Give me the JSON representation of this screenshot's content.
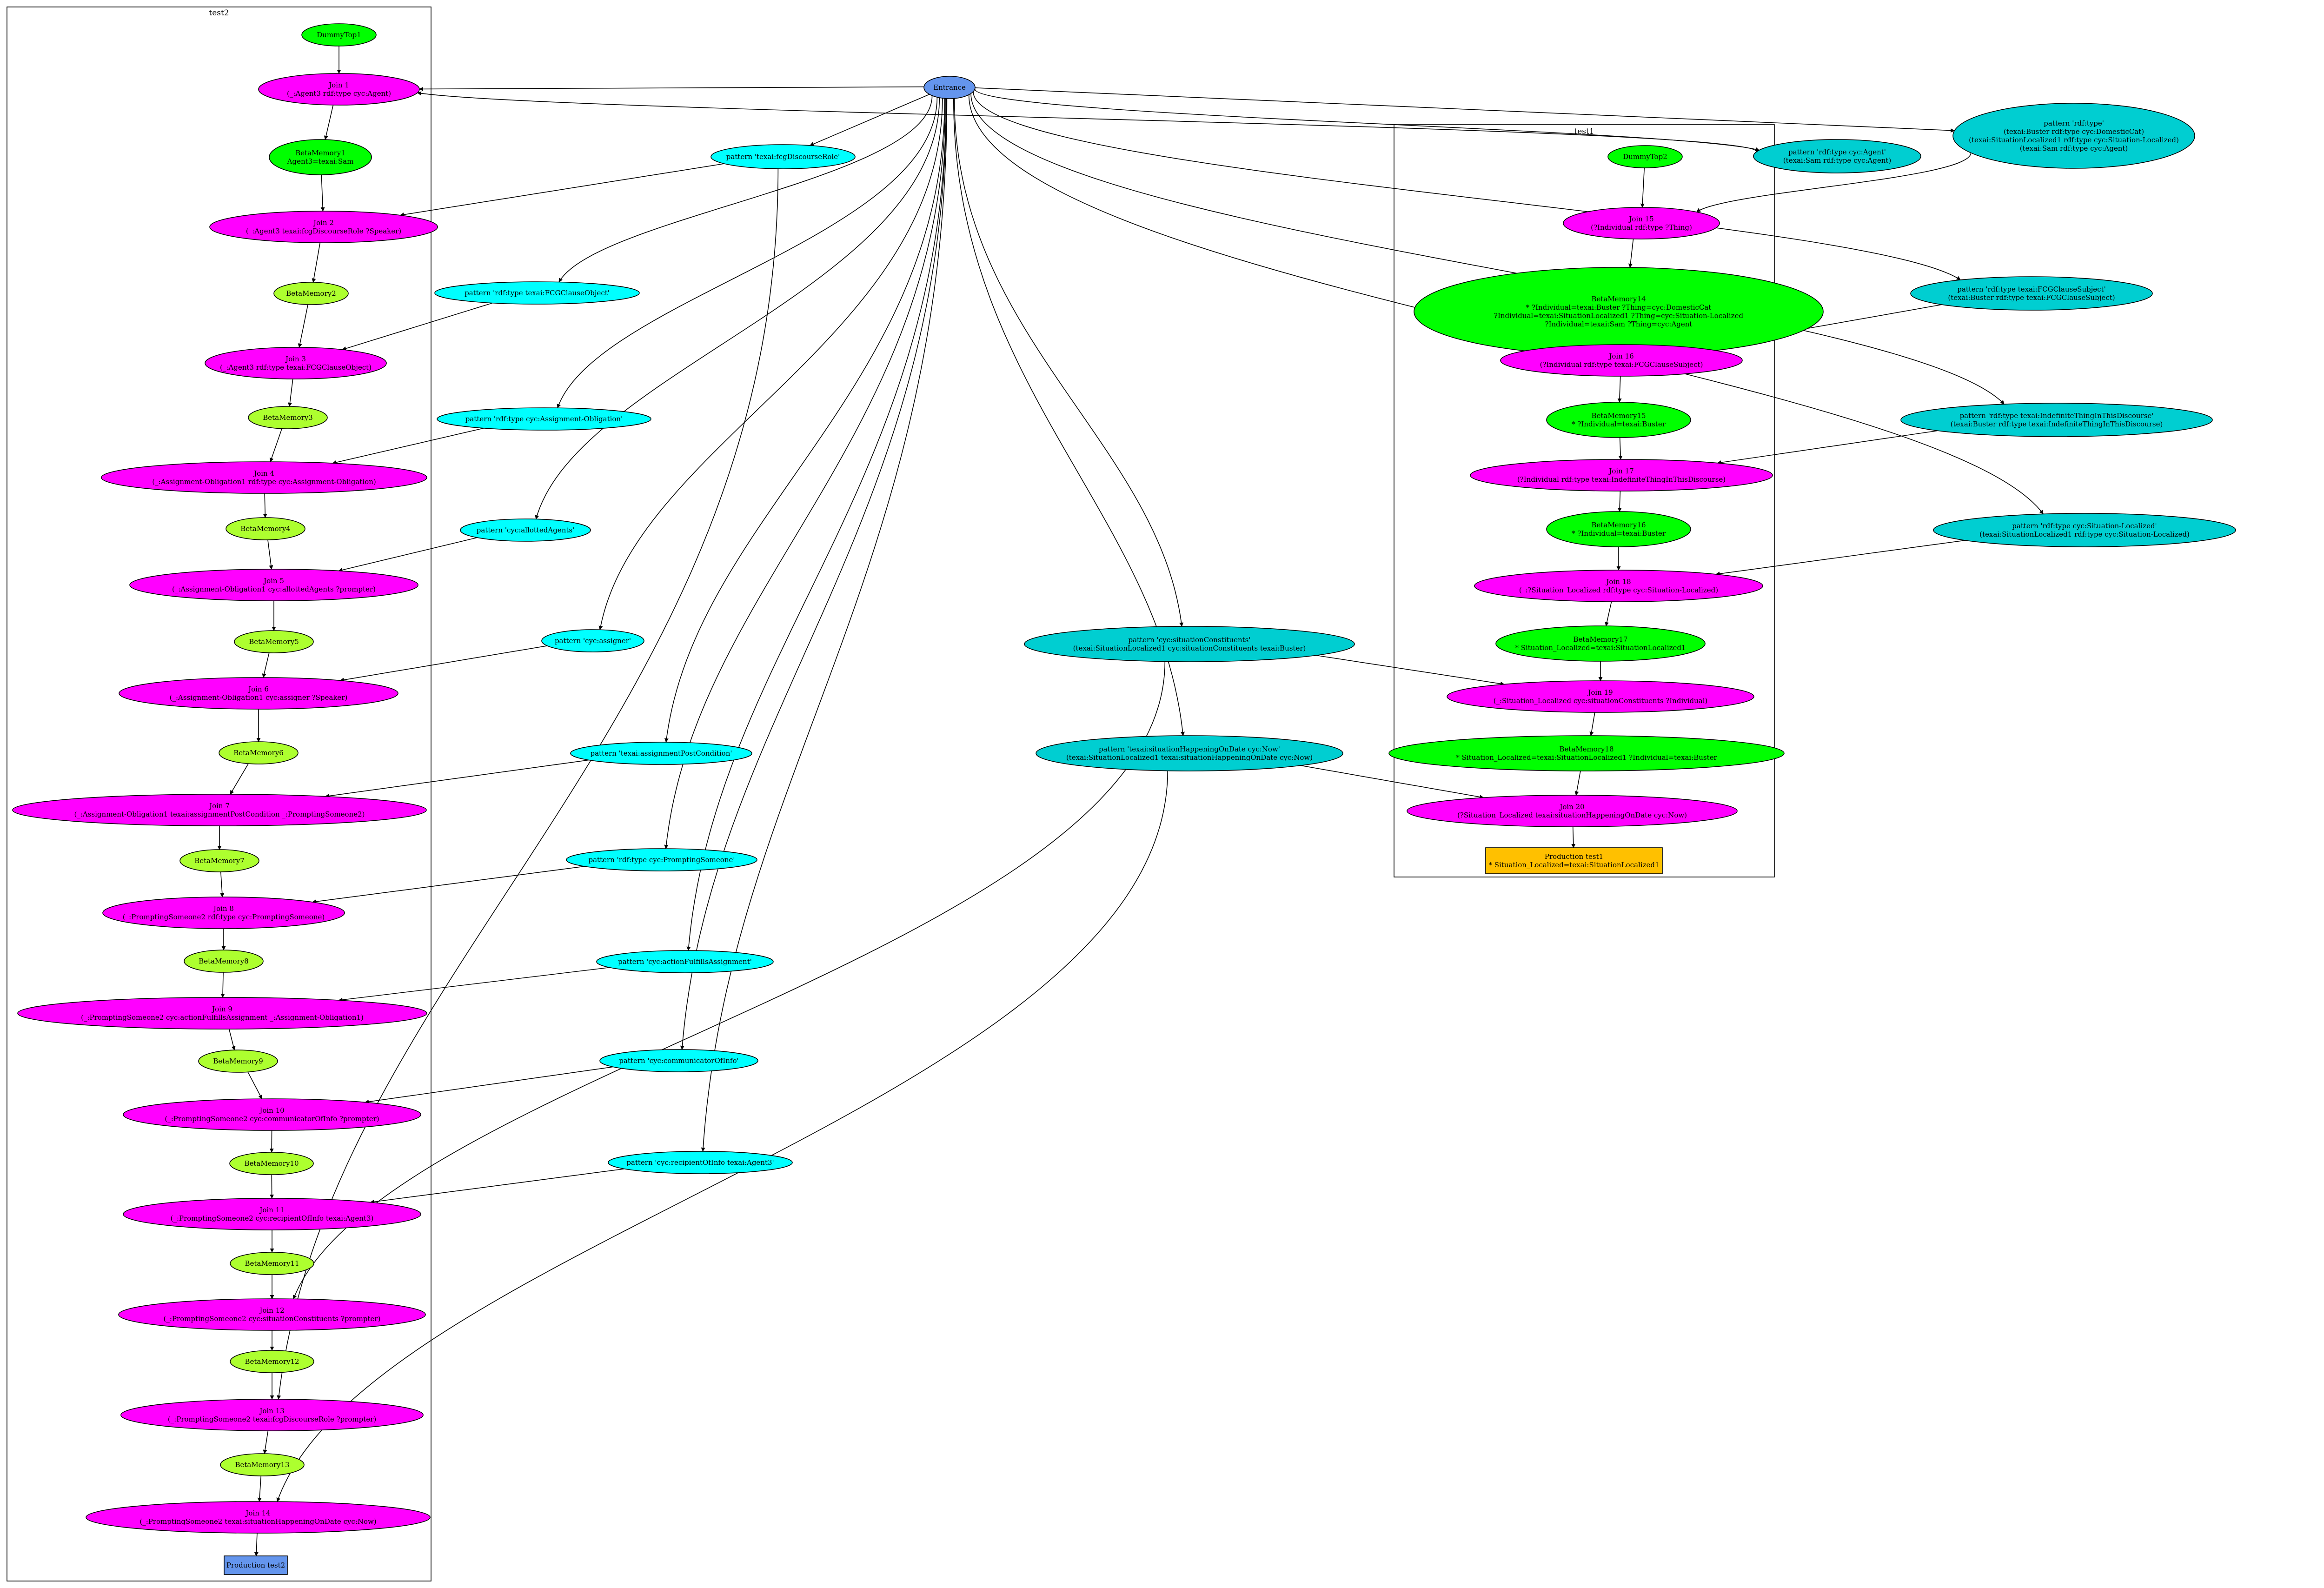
{
  "colors": {
    "entrance": "#6495ed",
    "alpha_pattern": "#00ffff",
    "alpha_pattern_multi": "#00ced1",
    "join": "#ff00ff",
    "beta_memory": "#adff2f",
    "beta_memory_bound": "#00ff00",
    "dummy_top": "#00ff00",
    "production_test1": "#ffc000",
    "production_test2": "#6495ed"
  },
  "clusters": [
    {
      "id": "test2",
      "label": "test2"
    },
    {
      "id": "test1",
      "label": "test1"
    }
  ],
  "nodes": {
    "entrance": {
      "lines": [
        "Entrance"
      ],
      "kind": "entrance"
    },
    "dummy_top_1": {
      "lines": [
        "DummyTop1"
      ],
      "kind": "dummy_top"
    },
    "join_1": {
      "lines": [
        "Join 1",
        "(_:Agent3 rdf:type cyc:Agent)"
      ],
      "kind": "join"
    },
    "beta_memory_1": {
      "lines": [
        "BetaMemory1",
        "Agent3=texai:Sam"
      ],
      "kind": "beta_memory_bound"
    },
    "join_2": {
      "lines": [
        "Join 2",
        "(_:Agent3 texai:fcgDiscourseRole ?Speaker)"
      ],
      "kind": "join"
    },
    "beta_memory_2": {
      "lines": [
        "BetaMemory2"
      ],
      "kind": "beta_memory"
    },
    "join_3": {
      "lines": [
        "Join 3",
        "(_:Agent3 rdf:type texai:FCGClauseObject)"
      ],
      "kind": "join"
    },
    "beta_memory_3": {
      "lines": [
        "BetaMemory3"
      ],
      "kind": "beta_memory"
    },
    "join_4": {
      "lines": [
        "Join 4",
        "(_:Assignment-Obligation1 rdf:type cyc:Assignment-Obligation)"
      ],
      "kind": "join"
    },
    "beta_memory_4": {
      "lines": [
        "BetaMemory4"
      ],
      "kind": "beta_memory"
    },
    "join_5": {
      "lines": [
        "Join 5",
        "(_:Assignment-Obligation1 cyc:allottedAgents ?prompter)"
      ],
      "kind": "join"
    },
    "beta_memory_5": {
      "lines": [
        "BetaMemory5"
      ],
      "kind": "beta_memory"
    },
    "join_6": {
      "lines": [
        "Join 6",
        "(_:Assignment-Obligation1 cyc:assigner ?Speaker)"
      ],
      "kind": "join"
    },
    "beta_memory_6": {
      "lines": [
        "BetaMemory6"
      ],
      "kind": "beta_memory"
    },
    "join_7": {
      "lines": [
        "Join 7",
        "(_:Assignment-Obligation1 texai:assignmentPostCondition _:PromptingSomeone2)"
      ],
      "kind": "join"
    },
    "beta_memory_7": {
      "lines": [
        "BetaMemory7"
      ],
      "kind": "beta_memory"
    },
    "join_8": {
      "lines": [
        "Join 8",
        "(_:PromptingSomeone2 rdf:type cyc:PromptingSomeone)"
      ],
      "kind": "join"
    },
    "beta_memory_8": {
      "lines": [
        "BetaMemory8"
      ],
      "kind": "beta_memory"
    },
    "join_9": {
      "lines": [
        "Join 9",
        "(_:PromptingSomeone2 cyc:actionFulfillsAssignment _:Assignment-Obligation1)"
      ],
      "kind": "join"
    },
    "beta_memory_9": {
      "lines": [
        "BetaMemory9"
      ],
      "kind": "beta_memory"
    },
    "join_10": {
      "lines": [
        "Join 10",
        "(_:PromptingSomeone2 cyc:communicatorOfInfo ?prompter)"
      ],
      "kind": "join"
    },
    "beta_memory_10": {
      "lines": [
        "BetaMemory10"
      ],
      "kind": "beta_memory"
    },
    "join_11": {
      "lines": [
        "Join 11",
        "(_:PromptingSomeone2 cyc:recipientOfInfo texai:Agent3)"
      ],
      "kind": "join"
    },
    "beta_memory_11": {
      "lines": [
        "BetaMemory11"
      ],
      "kind": "beta_memory"
    },
    "join_12": {
      "lines": [
        "Join 12",
        "(_:PromptingSomeone2 cyc:situationConstituents ?prompter)"
      ],
      "kind": "join"
    },
    "beta_memory_12": {
      "lines": [
        "BetaMemory12"
      ],
      "kind": "beta_memory"
    },
    "join_13": {
      "lines": [
        "Join 13",
        "(_:PromptingSomeone2 texai:fcgDiscourseRole ?prompter)"
      ],
      "kind": "join"
    },
    "beta_memory_13": {
      "lines": [
        "BetaMemory13"
      ],
      "kind": "beta_memory"
    },
    "join_14": {
      "lines": [
        "Join 14",
        "(_:PromptingSomeone2 texai:situationHappeningOnDate cyc:Now)"
      ],
      "kind": "join"
    },
    "production_test2": {
      "lines": [
        "Production test2"
      ],
      "kind": "production_test2"
    },
    "pattern_discourse_role": {
      "lines": [
        "pattern 'texai:fcgDiscourseRole'"
      ],
      "kind": "alpha_pattern"
    },
    "pattern_fcg_clause_object": {
      "lines": [
        "pattern 'rdf:type texai:FCGClauseObject'"
      ],
      "kind": "alpha_pattern"
    },
    "pattern_assignment_obligation": {
      "lines": [
        "pattern 'rdf:type cyc:Assignment-Obligation'"
      ],
      "kind": "alpha_pattern"
    },
    "pattern_allotted_agents": {
      "lines": [
        "pattern 'cyc:allottedAgents'"
      ],
      "kind": "alpha_pattern"
    },
    "pattern_assigner": {
      "lines": [
        "pattern 'cyc:assigner'"
      ],
      "kind": "alpha_pattern"
    },
    "pattern_post_condition": {
      "lines": [
        "pattern 'texai:assignmentPostCondition'"
      ],
      "kind": "alpha_pattern"
    },
    "pattern_prompting_someone": {
      "lines": [
        "pattern 'rdf:type cyc:PromptingSomeone'"
      ],
      "kind": "alpha_pattern"
    },
    "pattern_action_fulfills": {
      "lines": [
        "pattern 'cyc:actionFulfillsAssignment'"
      ],
      "kind": "alpha_pattern"
    },
    "pattern_communicator": {
      "lines": [
        "pattern 'cyc:communicatorOfInfo'"
      ],
      "kind": "alpha_pattern"
    },
    "pattern_recipient": {
      "lines": [
        "pattern 'cyc:recipientOfInfo texai:Agent3'"
      ],
      "kind": "alpha_pattern"
    },
    "pattern_situation_constituents": {
      "lines": [
        "pattern 'cyc:situationConstituents'",
        "(texai:SituationLocalized1 cyc:situationConstituents texai:Buster)"
      ],
      "kind": "alpha_pattern_multi"
    },
    "pattern_happening_on_date": {
      "lines": [
        "pattern 'texai:situationHappeningOnDate cyc:Now'",
        "(texai:SituationLocalized1 texai:situationHappeningOnDate cyc:Now)"
      ],
      "kind": "alpha_pattern_multi"
    },
    "pattern_rdf_type_agent": {
      "lines": [
        "pattern 'rdf:type cyc:Agent'",
        "(texai:Sam rdf:type cyc:Agent)"
      ],
      "kind": "alpha_pattern_multi"
    },
    "pattern_rdf_type": {
      "lines": [
        "pattern 'rdf:type'",
        "(texai:Buster rdf:type cyc:DomesticCat)",
        "(texai:SituationLocalized1 rdf:type cyc:Situation-Localized)",
        "(texai:Sam rdf:type cyc:Agent)"
      ],
      "kind": "alpha_pattern_multi"
    },
    "pattern_fcg_clause_subject": {
      "lines": [
        "pattern 'rdf:type texai:FCGClauseSubject'",
        "(texai:Buster rdf:type texai:FCGClauseSubject)"
      ],
      "kind": "alpha_pattern_multi"
    },
    "pattern_indefinite_thing": {
      "lines": [
        "pattern 'rdf:type texai:IndefiniteThingInThisDiscourse'",
        "(texai:Buster rdf:type texai:IndefiniteThingInThisDiscourse)"
      ],
      "kind": "alpha_pattern_multi"
    },
    "pattern_situation_localized": {
      "lines": [
        "pattern 'rdf:type cyc:Situation-Localized'",
        "(texai:SituationLocalized1 rdf:type cyc:Situation-Localized)"
      ],
      "kind": "alpha_pattern_multi"
    },
    "dummy_top_2": {
      "lines": [
        "DummyTop2"
      ],
      "kind": "dummy_top"
    },
    "join_15": {
      "lines": [
        "Join 15",
        "(?Individual rdf:type ?Thing)"
      ],
      "kind": "join"
    },
    "beta_memory_14": {
      "lines": [
        "BetaMemory14",
        "* ?Individual=texai:Buster ?Thing=cyc:DomesticCat",
        "?Individual=texai:SituationLocalized1 ?Thing=cyc:Situation-Localized",
        "?Individual=texai:Sam ?Thing=cyc:Agent"
      ],
      "kind": "beta_memory_bound"
    },
    "join_16": {
      "lines": [
        "Join 16",
        "(?Individual rdf:type texai:FCGClauseSubject)"
      ],
      "kind": "join"
    },
    "beta_memory_15": {
      "lines": [
        "BetaMemory15",
        "* ?Individual=texai:Buster"
      ],
      "kind": "beta_memory_bound"
    },
    "join_17": {
      "lines": [
        "Join 17",
        "(?Individual rdf:type texai:IndefiniteThingInThisDiscourse)"
      ],
      "kind": "join"
    },
    "beta_memory_16": {
      "lines": [
        "BetaMemory16",
        "* ?Individual=texai:Buster"
      ],
      "kind": "beta_memory_bound"
    },
    "join_18": {
      "lines": [
        "Join 18",
        "(_:?Situation_Localized rdf:type cyc:Situation-Localized)"
      ],
      "kind": "join"
    },
    "beta_memory_17": {
      "lines": [
        "BetaMemory17",
        "* Situation_Localized=texai:SituationLocalized1"
      ],
      "kind": "beta_memory_bound"
    },
    "join_19": {
      "lines": [
        "Join 19",
        "(_:Situation_Localized cyc:situationConstituents ?Individual)"
      ],
      "kind": "join"
    },
    "beta_memory_18": {
      "lines": [
        "BetaMemory18",
        "* Situation_Localized=texai:SituationLocalized1 ?Individual=texai:Buster"
      ],
      "kind": "beta_memory_bound"
    },
    "join_20": {
      "lines": [
        "Join 20",
        "(?Situation_Localized texai:situationHappeningOnDate cyc:Now)"
      ],
      "kind": "join"
    },
    "production_test1": {
      "lines": [
        "Production test1",
        "* Situation_Localized=texai:SituationLocalized1"
      ],
      "kind": "production_test1"
    }
  },
  "edges": [
    [
      "dummy_top_1",
      "join_1"
    ],
    [
      "join_1",
      "beta_memory_1"
    ],
    [
      "beta_memory_1",
      "join_2"
    ],
    [
      "join_2",
      "beta_memory_2"
    ],
    [
      "beta_memory_2",
      "join_3"
    ],
    [
      "join_3",
      "beta_memory_3"
    ],
    [
      "beta_memory_3",
      "join_4"
    ],
    [
      "join_4",
      "beta_memory_4"
    ],
    [
      "beta_memory_4",
      "join_5"
    ],
    [
      "join_5",
      "beta_memory_5"
    ],
    [
      "beta_memory_5",
      "join_6"
    ],
    [
      "join_6",
      "beta_memory_6"
    ],
    [
      "beta_memory_6",
      "join_7"
    ],
    [
      "join_7",
      "beta_memory_7"
    ],
    [
      "beta_memory_7",
      "join_8"
    ],
    [
      "join_8",
      "beta_memory_8"
    ],
    [
      "beta_memory_8",
      "join_9"
    ],
    [
      "join_9",
      "beta_memory_9"
    ],
    [
      "beta_memory_9",
      "join_10"
    ],
    [
      "join_10",
      "beta_memory_10"
    ],
    [
      "beta_memory_10",
      "join_11"
    ],
    [
      "join_11",
      "beta_memory_11"
    ],
    [
      "beta_memory_11",
      "join_12"
    ],
    [
      "join_12",
      "beta_memory_12"
    ],
    [
      "beta_memory_12",
      "join_13"
    ],
    [
      "join_13",
      "beta_memory_13"
    ],
    [
      "beta_memory_13",
      "join_14"
    ],
    [
      "join_14",
      "production_test2"
    ],
    [
      "entrance",
      "join_1"
    ],
    [
      "entrance",
      "pattern_discourse_role"
    ],
    [
      "pattern_discourse_role",
      "join_2"
    ],
    [
      "pattern_discourse_role",
      "join_13"
    ],
    [
      "entrance",
      "pattern_fcg_clause_object"
    ],
    [
      "pattern_fcg_clause_object",
      "join_3"
    ],
    [
      "entrance",
      "pattern_assignment_obligation"
    ],
    [
      "pattern_assignment_obligation",
      "join_4"
    ],
    [
      "entrance",
      "pattern_allotted_agents"
    ],
    [
      "pattern_allotted_agents",
      "join_5"
    ],
    [
      "entrance",
      "pattern_assigner"
    ],
    [
      "pattern_assigner",
      "join_6"
    ],
    [
      "entrance",
      "pattern_post_condition"
    ],
    [
      "pattern_post_condition",
      "join_7"
    ],
    [
      "entrance",
      "pattern_prompting_someone"
    ],
    [
      "pattern_prompting_someone",
      "join_8"
    ],
    [
      "entrance",
      "pattern_action_fulfills"
    ],
    [
      "pattern_action_fulfills",
      "join_9"
    ],
    [
      "entrance",
      "pattern_communicator"
    ],
    [
      "pattern_communicator",
      "join_10"
    ],
    [
      "entrance",
      "pattern_recipient"
    ],
    [
      "pattern_recipient",
      "join_11"
    ],
    [
      "entrance",
      "pattern_situation_constituents"
    ],
    [
      "pattern_situation_constituents",
      "join_12"
    ],
    [
      "pattern_situation_constituents",
      "join_19"
    ],
    [
      "entrance",
      "pattern_happening_on_date"
    ],
    [
      "pattern_happening_on_date",
      "join_14"
    ],
    [
      "pattern_happening_on_date",
      "join_20"
    ],
    [
      "entrance",
      "pattern_rdf_type_agent"
    ],
    [
      "pattern_rdf_type_agent",
      "join_1"
    ],
    [
      "entrance",
      "pattern_rdf_type"
    ],
    [
      "pattern_rdf_type",
      "join_15"
    ],
    [
      "entrance",
      "pattern_fcg_clause_subject"
    ],
    [
      "pattern_fcg_clause_subject",
      "join_16"
    ],
    [
      "entrance",
      "pattern_indefinite_thing"
    ],
    [
      "pattern_indefinite_thing",
      "join_17"
    ],
    [
      "entrance",
      "pattern_situation_localized"
    ],
    [
      "pattern_situation_localized",
      "join_18"
    ],
    [
      "dummy_top_2",
      "join_15"
    ],
    [
      "join_15",
      "beta_memory_14"
    ],
    [
      "beta_memory_14",
      "join_16"
    ],
    [
      "join_16",
      "beta_memory_15"
    ],
    [
      "beta_memory_15",
      "join_17"
    ],
    [
      "join_17",
      "beta_memory_16"
    ],
    [
      "beta_memory_16",
      "join_18"
    ],
    [
      "join_18",
      "beta_memory_17"
    ],
    [
      "beta_memory_17",
      "join_19"
    ],
    [
      "join_19",
      "beta_memory_18"
    ],
    [
      "beta_memory_18",
      "join_20"
    ],
    [
      "join_20",
      "production_test1"
    ]
  ]
}
